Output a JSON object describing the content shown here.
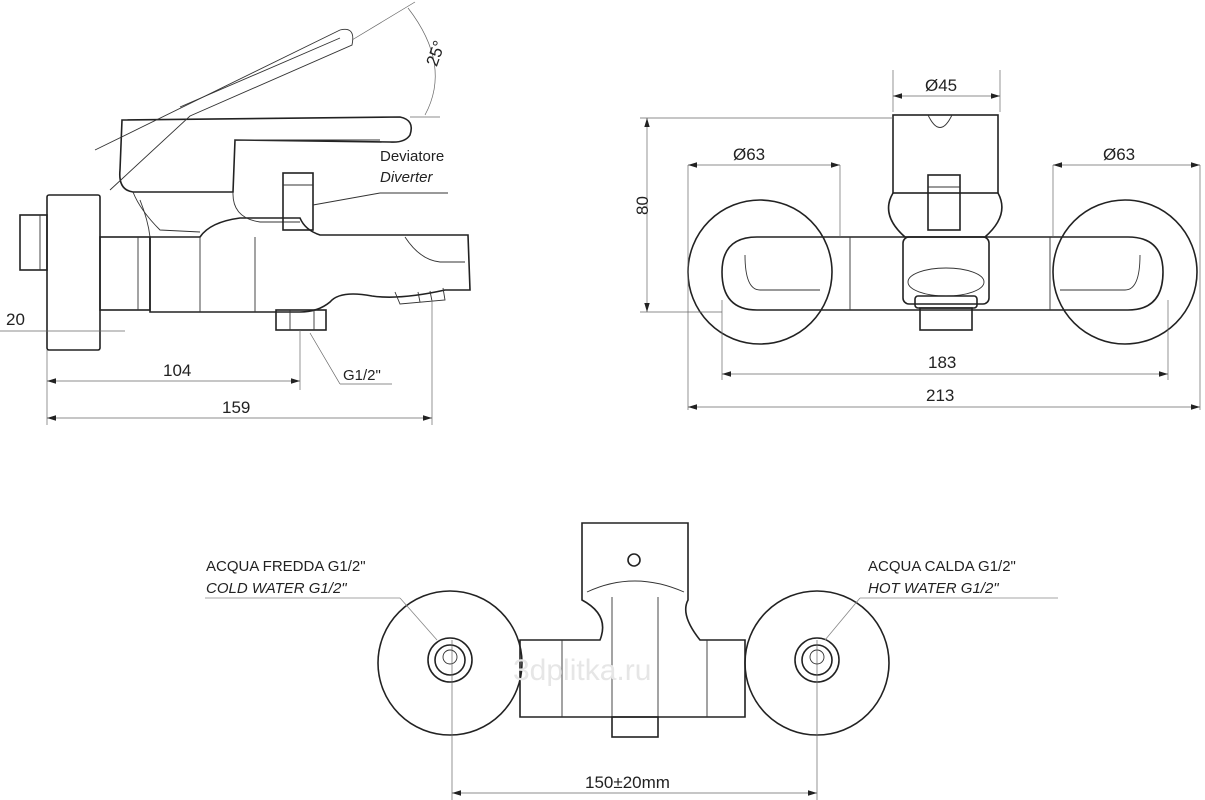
{
  "side_view": {
    "angle": "25°",
    "diverter_it": "Deviatore",
    "diverter_en": "Diverter",
    "dim_wall": "20",
    "dim_outlet": "104",
    "dim_total": "159",
    "thread": "G1/2\""
  },
  "front_view": {
    "dia_handle": "Ø45",
    "dia_left": "Ø63",
    "dia_right": "Ø63",
    "height": "80",
    "centers": "183",
    "width": "213"
  },
  "rear_view": {
    "cold_it": "ACQUA FREDDA G1/2\"",
    "cold_en": "COLD WATER G1/2\"",
    "hot_it": "ACQUA CALDA G1/2\"",
    "hot_en": "HOT WATER G1/2\"",
    "spacing": "150±20mm"
  },
  "watermark": "3dplitka.ru"
}
